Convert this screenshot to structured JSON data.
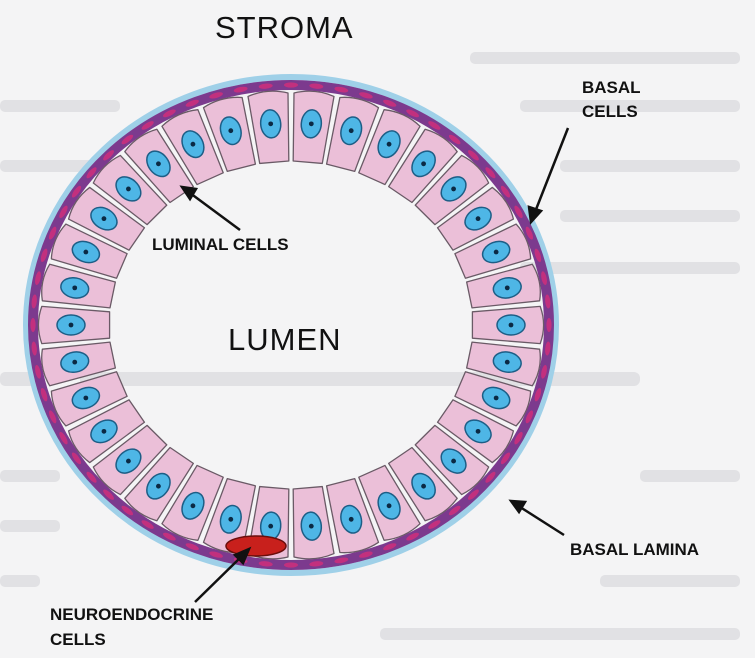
{
  "labels": {
    "stroma": "STROMA",
    "lumen": "LUMEN",
    "basal_cells_line1": "BASAL",
    "basal_cells_line2": "CELLS",
    "luminal_cells": "LUMINAL CELLS",
    "basal_lamina": "BASAL LAMINA",
    "neuroendocrine_line1": "NEUROENDOCRINE",
    "neuroendocrine_line2": "CELLS"
  },
  "colors": {
    "luminal_cell_fill": "#ebbfd8",
    "luminal_cell_stroke": "#6a5a66",
    "nucleus_fill": "#4eb6e6",
    "nucleus_stroke": "#1d5e86",
    "basal_layer": "#7c3a8e",
    "basal_nuclei": "#c2307e",
    "basal_lamina": "#9fd0e8",
    "neuroendocrine": "#c8201c"
  }
}
